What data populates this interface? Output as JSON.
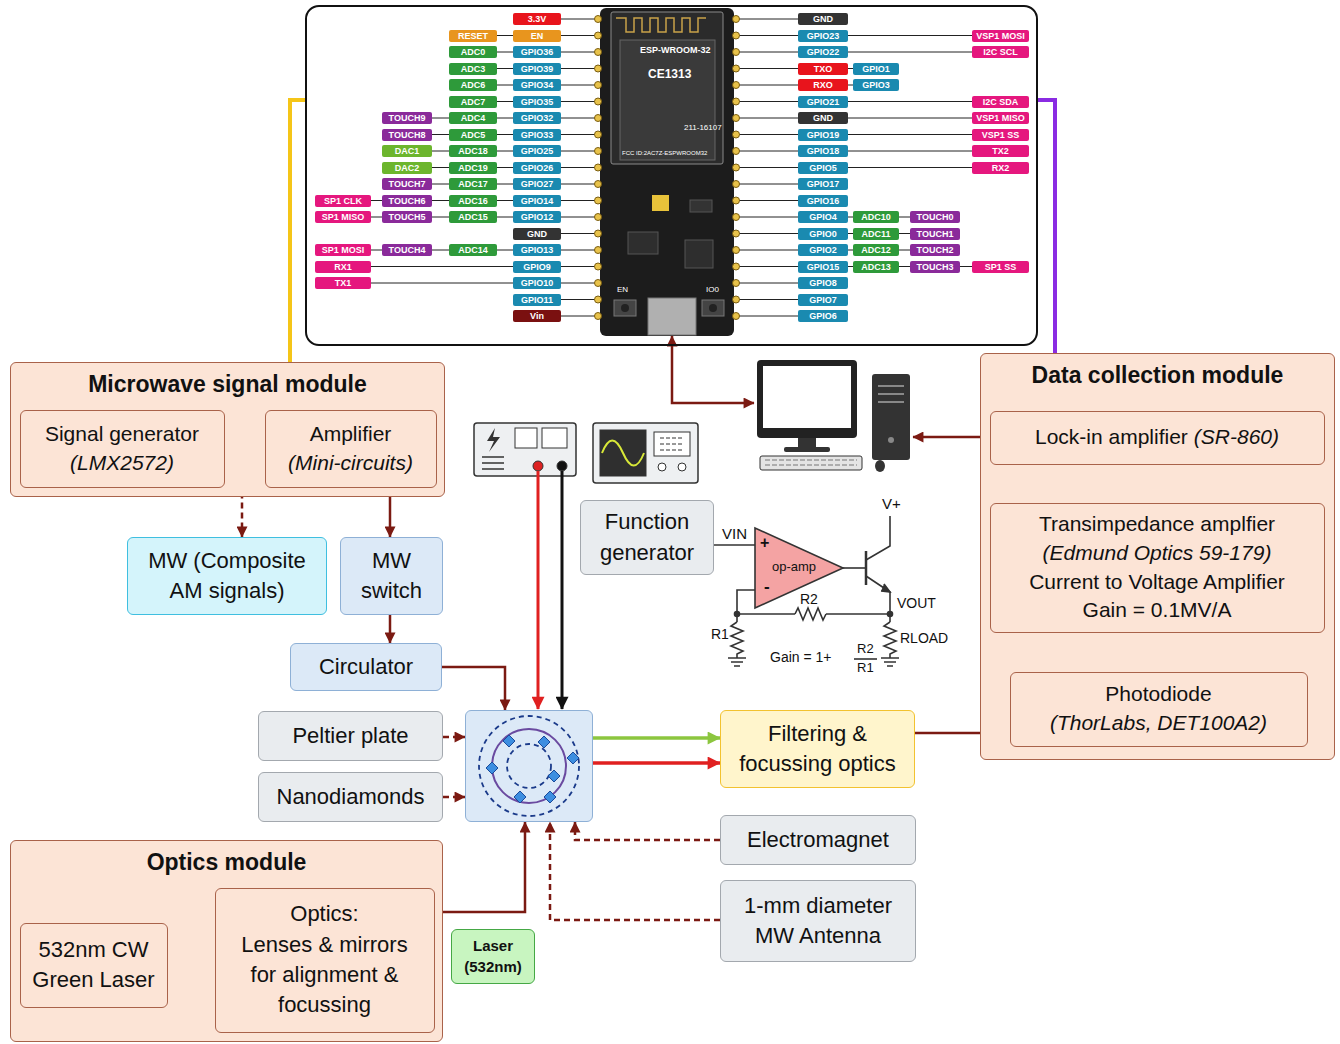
{
  "diagram": {
    "nodes": [
      {
        "text": []
      },
      {
        "text": [
          "Microwave signal module"
        ]
      },
      {
        "text": [
          "Signal generator",
          "(LMX2572)"
        ],
        "in": 1
      },
      {
        "text": [
          "Amplifier",
          "(Mini-circuits)"
        ],
        "in": 1
      },
      {
        "text": [
          "Data collection module"
        ]
      },
      {
        "text": [
          "Lock-in amplifier",
          "(SR-860)"
        ],
        "in": 4
      },
      {
        "text": [
          "Transimpedance amplfier",
          "(Edmund Optics 59-179)",
          "Current to Voltage Amplifier",
          "Gain = 0.1MV/A"
        ],
        "in": 4
      },
      {
        "text": [
          "Photodiode",
          "(ThorLabs, DET100A2)"
        ],
        "in": 4
      },
      {
        "text": [
          "MW (Composite AM signals)"
        ]
      },
      {
        "text": [
          "MW switch"
        ]
      },
      {
        "text": [
          "Function generator"
        ]
      },
      {
        "text": [
          "Circulator"
        ]
      },
      {
        "text": []
      },
      {
        "text": [
          "Peltier plate"
        ]
      },
      {
        "text": [
          "Nanodiamonds"
        ]
      },
      {
        "text": [
          "Filtering & focussing optics"
        ]
      },
      {
        "text": [
          "Electromagnet"
        ]
      },
      {
        "text": [
          "1-mm diameter MW Antenna"
        ]
      },
      {
        "text": [
          "Optics module"
        ]
      },
      {
        "text": [
          "532nm CW Green Laser"
        ],
        "in": 18
      },
      {
        "text": [
          "Optics:",
          "Lenses & mirrors for alignment & focussing"
        ],
        "in": 18
      },
      {
        "text": [
          "Laser (532nm)"
        ]
      }
    ],
    "edges": [
      {
        "from": 2,
        "to": 3,
        "arrow": "to"
      },
      {
        "from": 2,
        "to": 8,
        "arrow": "to"
      },
      {
        "from": 3,
        "to": 9,
        "arrow": "to"
      },
      {
        "from": 9,
        "to": 11,
        "arrow": "to"
      },
      {
        "from": 11,
        "to": 12,
        "arrow": "to"
      },
      {
        "from": 13,
        "to": 12,
        "arrow": "to"
      },
      {
        "from": 14,
        "to": 12,
        "arrow": "to"
      },
      {
        "from": 16,
        "to": 12,
        "arrow": "to"
      },
      {
        "from": 17,
        "to": 12,
        "arrow": "to"
      },
      {
        "from": 18,
        "to": 12,
        "arrow": "to"
      },
      {
        "from": 19,
        "to": 20,
        "arrow": "to"
      },
      {
        "from": 12,
        "to": 15,
        "arrow": "to"
      },
      {
        "from": 12,
        "to": 15,
        "arrow": "to"
      },
      {
        "from": 15,
        "to": 7,
        "arrow": "to"
      },
      {
        "from": 7,
        "to": 6,
        "arrow": "to"
      },
      {
        "from": 6,
        "to": 5,
        "arrow": "to"
      },
      {
        "from": 0,
        "to": 1,
        "arrow": "none"
      },
      {
        "from": 0,
        "to": 4,
        "arrow": "none"
      }
    ],
    "labels": [
      "3.3V",
      "EN",
      "RESET",
      "GPIO36",
      "ADC0",
      "GPIO39",
      "ADC3",
      "GPIO34",
      "ADC6",
      "GPIO35",
      "ADC7",
      "GPIO32",
      "ADC4",
      "TOUCH9",
      "GPIO33",
      "ADC5",
      "TOUCH8",
      "GPIO25",
      "ADC18",
      "DAC1",
      "GPIO26",
      "ADC19",
      "DAC2",
      "GPIO27",
      "ADC17",
      "TOUCH7",
      "GPIO14",
      "ADC16",
      "TOUCH6",
      "SP1 CLK",
      "GPIO12",
      "ADC15",
      "TOUCH5",
      "SP1 MISO",
      "GND",
      "GPIO13",
      "ADC14",
      "TOUCH4",
      "SP1 MOSI",
      "GPIO9",
      "RX1",
      "GPIO10",
      "TX1",
      "GPIO11",
      "Vin",
      "GND",
      "GPIO23",
      "VSP1 MOSI",
      "GPIO22",
      "I2C SCL",
      "TXO",
      "GPIO1",
      "RXO",
      "GPIO3",
      "GPIO21",
      "I2C SDA",
      "GND",
      "VSP1 MISO",
      "GPIO19",
      "VSP1 SS",
      "GPIO18",
      "TX2",
      "GPIO5",
      "RX2",
      "GPIO17",
      "GPIO16",
      "GPIO4",
      "ADC10",
      "TOUCH0",
      "GPIO0",
      "ADC11",
      "TOUCH1",
      "GPIO2",
      "ADC12",
      "TOUCH2",
      "GPIO15",
      "ADC13",
      "TOUCH3",
      "SP1 SS",
      "GPIO8",
      "GPIO7",
      "GPIO6",
      "ESP-WROOM-32",
      "CE1313",
      "211-16107",
      "FCC ID:2AC7Z-ESPWROOM32",
      "EN",
      "IO0",
      "VIN",
      "+",
      "op-amp",
      "-",
      "V+",
      "VOUT",
      "R1",
      "R2",
      "RLOAD",
      "Gain = 1+",
      "R2",
      "R1"
    ]
  }
}
